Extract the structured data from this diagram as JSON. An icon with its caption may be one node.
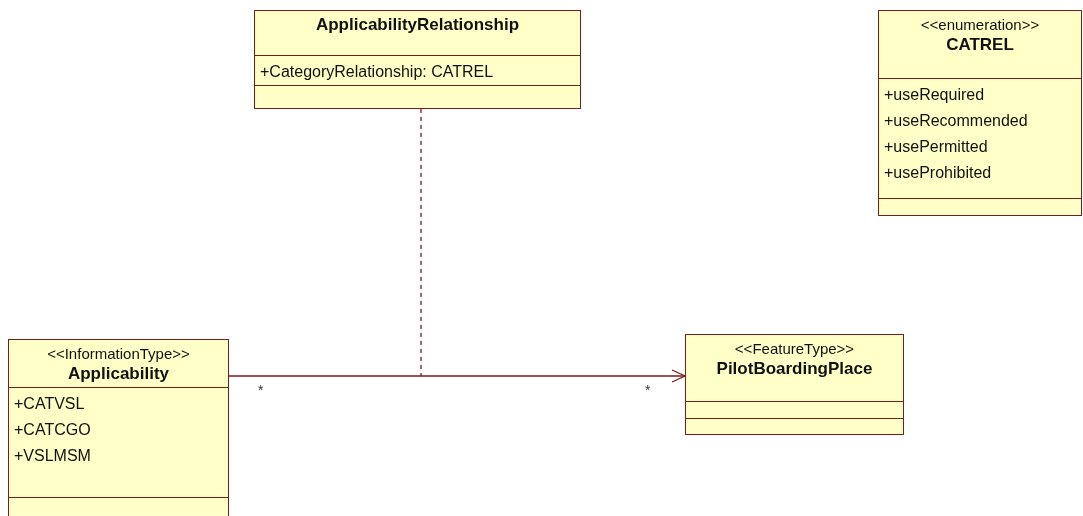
{
  "diagram": {
    "nodes": [
      {
        "text": [
          "ApplicabilityRelationship",
          "+CategoryRelationship: CATREL"
        ]
      },
      {
        "text": [
          "<<enumeration>>",
          "CATREL",
          "+useRequired",
          "+useRecommended",
          "+usePermitted",
          "+useProhibited"
        ]
      },
      {
        "text": [
          "<<InformationType>>",
          "Applicability",
          "+CATVSL",
          "+CATCGO",
          "+VSLMSM"
        ]
      },
      {
        "text": [
          "<<FeatureType>>",
          "PilotBoardingPlace"
        ]
      }
    ],
    "edges": [
      {
        "from": 2,
        "to": 3,
        "arrow": "to"
      },
      {
        "from": 0,
        "to": null,
        "arrow": "none",
        "style": "dashed"
      }
    ],
    "labels": [
      "*",
      "*"
    ]
  }
}
